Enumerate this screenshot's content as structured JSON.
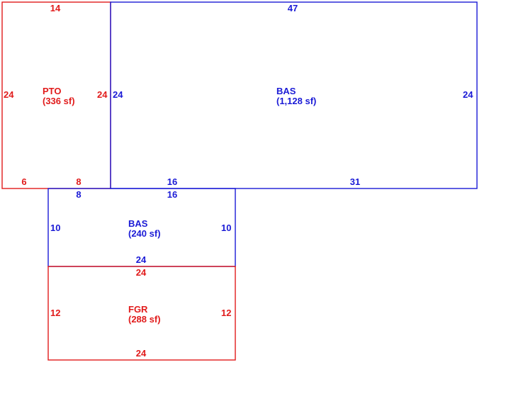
{
  "colors": {
    "red": "#e11b1b",
    "blue": "#1a1ad6"
  },
  "areas": {
    "pto": {
      "code": "PTO",
      "area": "(336 sf)",
      "top": "14",
      "left": "24",
      "right": "24",
      "bottom_a": "6",
      "bottom_b": "8"
    },
    "bas_main": {
      "code": "BAS",
      "area": "(1,128 sf)",
      "top": "47",
      "left": "24",
      "right": "24",
      "bottom_a": "16",
      "bottom_b": "31"
    },
    "bas_small": {
      "code": "BAS",
      "area": "(240 sf)",
      "top_a": "8",
      "top_b": "16",
      "left": "10",
      "right": "10",
      "bottom": "24"
    },
    "fgr": {
      "code": "FGR",
      "area": "(288 sf)",
      "top": "24",
      "left": "12",
      "right": "12",
      "bottom": "24"
    }
  }
}
